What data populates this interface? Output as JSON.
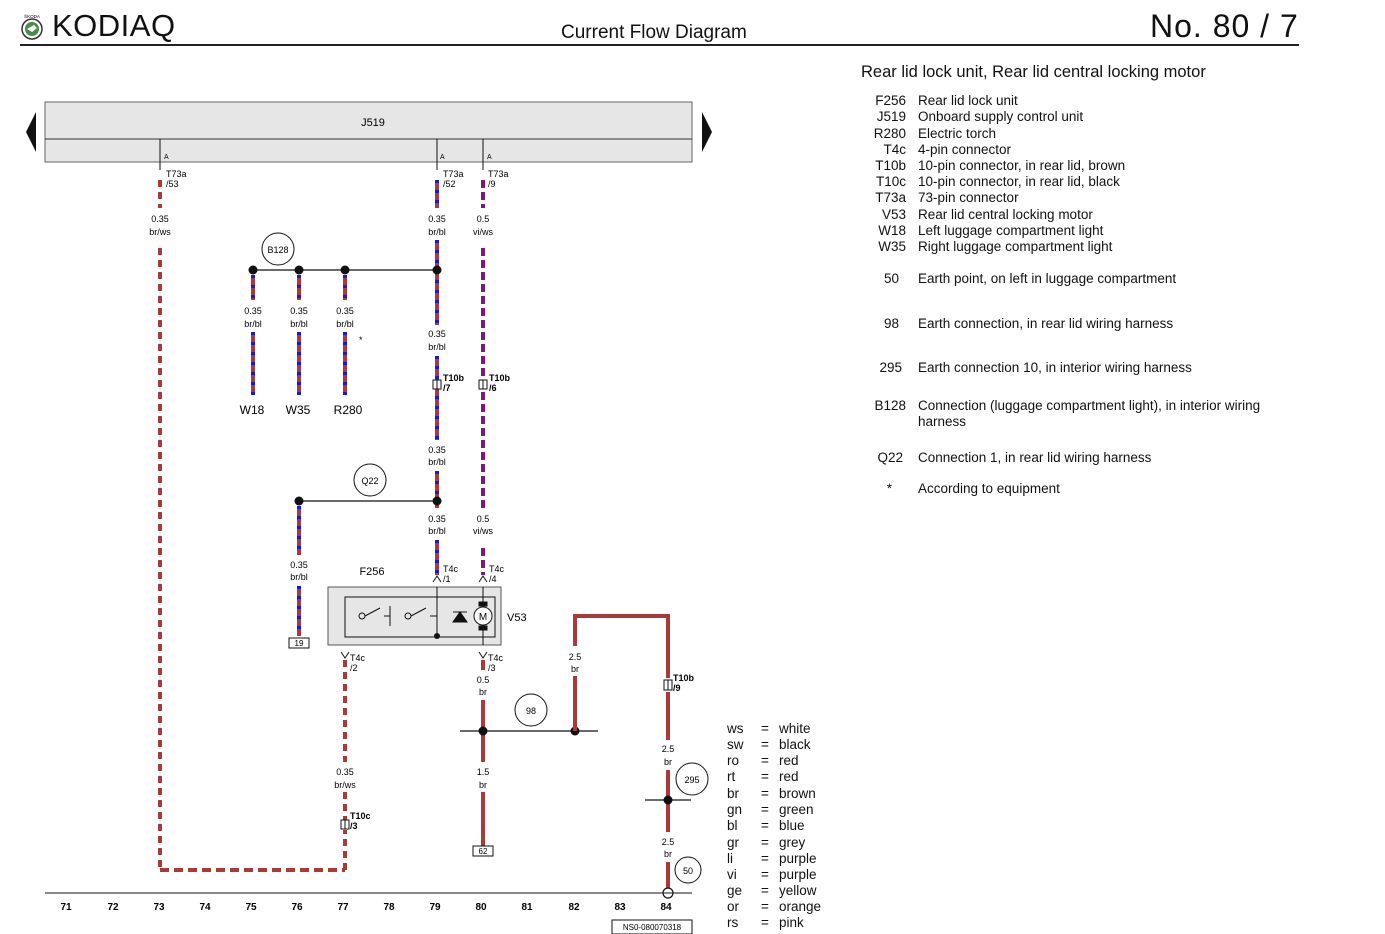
{
  "header": {
    "brand": "KODIAQ",
    "logo_text": "ŠKODA",
    "title": "Current Flow Diagram",
    "number": "No.  80 /  7"
  },
  "legend": {
    "title": "Rear lid lock unit, Rear lid central locking motor",
    "items": [
      {
        "code": "F256",
        "desc": "Rear lid lock unit"
      },
      {
        "code": "J519",
        "desc": "Onboard supply control unit"
      },
      {
        "code": "R280",
        "desc": "Electric torch"
      },
      {
        "code": "T4c",
        "desc": "4-pin connector"
      },
      {
        "code": "T10b",
        "desc": "10-pin connector, in rear lid, brown"
      },
      {
        "code": "T10c",
        "desc": "10-pin connector, in rear lid, black"
      },
      {
        "code": "T73a",
        "desc": "73-pin connector"
      },
      {
        "code": "V53",
        "desc": "Rear lid central locking motor"
      },
      {
        "code": "W18",
        "desc": "Left luggage compartment light"
      },
      {
        "code": "W35",
        "desc": "Right luggage compartment light"
      },
      {
        "code": "50",
        "desc": "Earth point, on left in luggage compartment"
      },
      {
        "code": "98",
        "desc": "Earth connection, in rear lid wiring harness"
      },
      {
        "code": "295",
        "desc": "Earth connection 10, in interior wiring harness"
      },
      {
        "code": "B128",
        "desc": "Connection (luggage compartment light), in interior wiring harness"
      },
      {
        "code": "Q22",
        "desc": "Connection 1, in rear lid wiring harness"
      },
      {
        "code": "*",
        "desc": "According to equipment"
      }
    ]
  },
  "colors": [
    {
      "abbr": "ws",
      "name": "white"
    },
    {
      "abbr": "sw",
      "name": "black"
    },
    {
      "abbr": "ro",
      "name": "red"
    },
    {
      "abbr": "rt",
      "name": "red"
    },
    {
      "abbr": "br",
      "name": "brown"
    },
    {
      "abbr": "gn",
      "name": "green"
    },
    {
      "abbr": "bl",
      "name": "blue"
    },
    {
      "abbr": "gr",
      "name": "grey"
    },
    {
      "abbr": "li",
      "name": "purple"
    },
    {
      "abbr": "vi",
      "name": "purple"
    },
    {
      "abbr": "ge",
      "name": "yellow"
    },
    {
      "abbr": "or",
      "name": "orange"
    },
    {
      "abbr": "rs",
      "name": "pink"
    }
  ],
  "diagram": {
    "control_unit": "J519",
    "pin_letter": "A",
    "connectors": {
      "t73a": "T73a",
      "t73a_53": "/53",
      "t73a_52": "/52",
      "t73a_9": "/9",
      "t10b": "T10b",
      "t10b_7": "/7",
      "t10b_6": "/6",
      "t10b_9": "/9",
      "t10c": "T10c",
      "t10c_3": "/3",
      "t4c": "T4c",
      "t4c_1": "/1",
      "t4c_4": "/4",
      "t4c_2": "/2",
      "t4c_3": "/3"
    },
    "wires": {
      "w035": "0.35",
      "w05": "0.5",
      "w15": "1.5",
      "w25": "2.5",
      "brws": "br/ws",
      "brbl": "br/bl",
      "viws": "vi/ws",
      "br": "br"
    },
    "components": {
      "b128": "B128",
      "q22": "Q22",
      "f256": "F256",
      "v53": "V53",
      "w18": "W18",
      "w35": "W35",
      "r280": "R280",
      "g98": "98",
      "g295": "295",
      "g50": "50",
      "motor": "M",
      "ref19": "19",
      "ref62": "62",
      "asterisk": "*"
    },
    "tracks": [
      "71",
      "72",
      "73",
      "74",
      "75",
      "76",
      "77",
      "78",
      "79",
      "80",
      "81",
      "82",
      "83",
      "84"
    ],
    "doc_id": "NS0-080070318",
    "wire_colors": {
      "br": "#a83a3a",
      "bl": "#1818d8",
      "vi": "#7a1a7a",
      "ws": "#ffffff"
    }
  }
}
